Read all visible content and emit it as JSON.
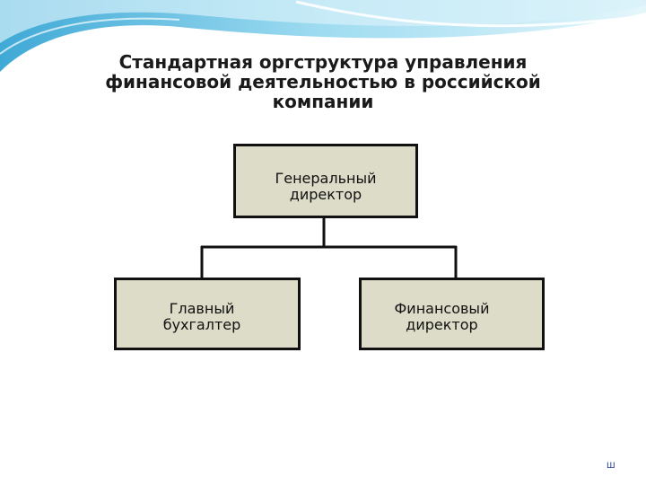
{
  "title": {
    "line1": "Стандартная оргструктура управления",
    "line2": "финансовой деятельностью в российской",
    "line3": "компании"
  },
  "orgchart": {
    "root": {
      "line1": "Генеральный",
      "line2": "директор"
    },
    "children": [
      {
        "line1": "Главный",
        "line2": "бухгалтер"
      },
      {
        "line1": "Финансовый",
        "line2": "директор"
      }
    ]
  },
  "footer": {
    "page_number": "Ш"
  },
  "colors": {
    "box_fill": "#dcdcc8",
    "box_border": "#111111",
    "wave_light": "#d7f1fa",
    "wave_mid": "#9fdcf1",
    "wave_dark": "#4fb6dd"
  }
}
